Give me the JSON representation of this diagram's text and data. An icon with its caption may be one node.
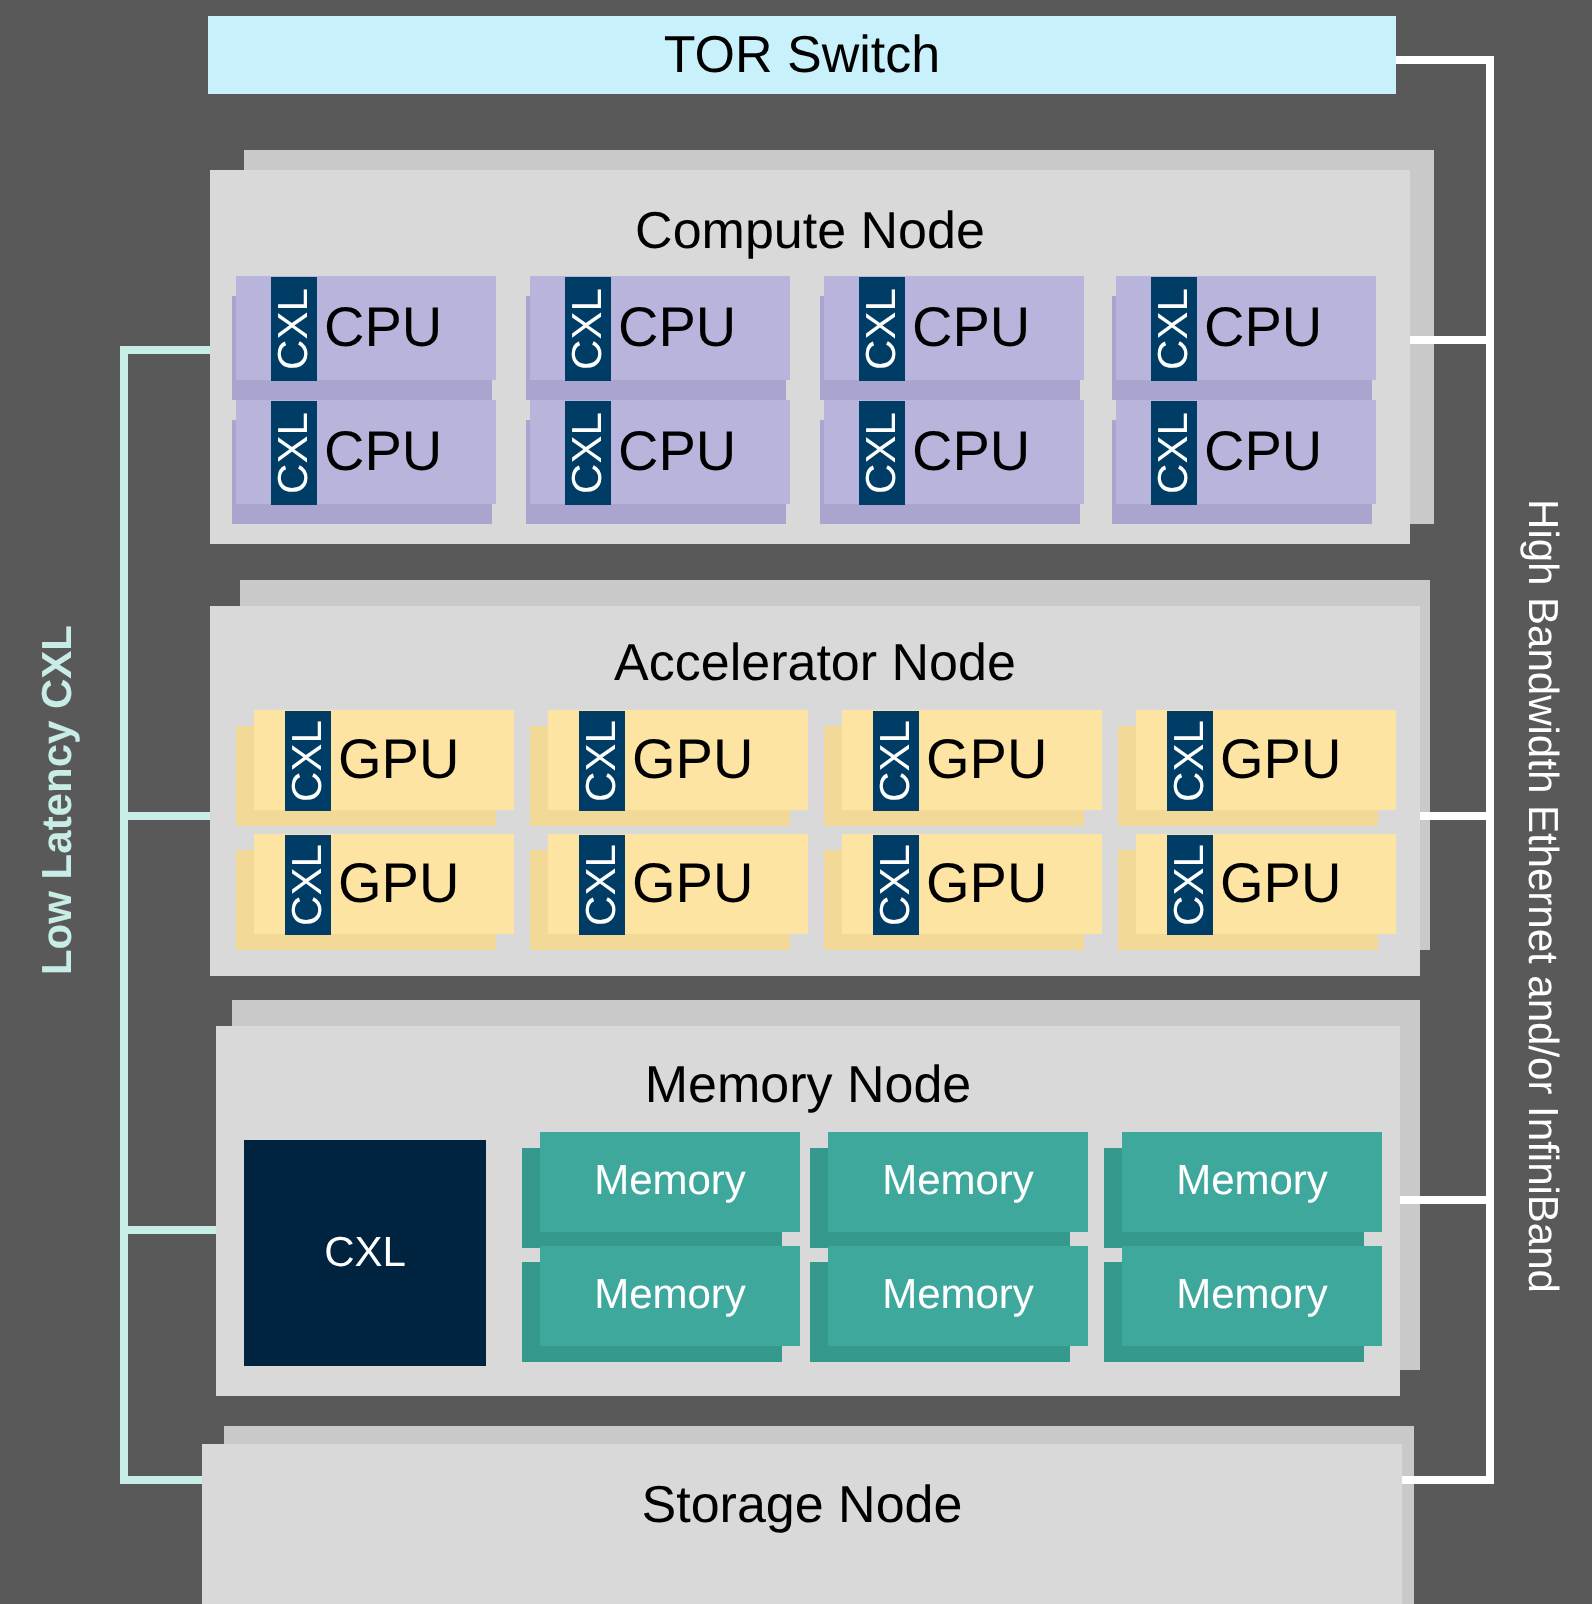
{
  "diagram": {
    "nodes": [
      {
        "text": [
          "TOR Switch"
        ]
      },
      {
        "text": [
          "Compute Node"
        ]
      },
      {
        "text": [
          "CXL",
          "CPU"
        ],
        "in": 1
      },
      {
        "text": [
          "CXL",
          "CPU"
        ],
        "in": 1
      },
      {
        "text": [
          "CXL",
          "CPU"
        ],
        "in": 1
      },
      {
        "text": [
          "CXL",
          "CPU"
        ],
        "in": 1
      },
      {
        "text": [
          "CXL",
          "CPU"
        ],
        "in": 1
      },
      {
        "text": [
          "CXL",
          "CPU"
        ],
        "in": 1
      },
      {
        "text": [
          "CXL",
          "CPU"
        ],
        "in": 1
      },
      {
        "text": [
          "CXL",
          "CPU"
        ],
        "in": 1
      },
      {
        "text": [
          "Accelerator Node"
        ]
      },
      {
        "text": [
          "CXL",
          "GPU"
        ],
        "in": 10
      },
      {
        "text": [
          "CXL",
          "GPU"
        ],
        "in": 10
      },
      {
        "text": [
          "CXL",
          "GPU"
        ],
        "in": 10
      },
      {
        "text": [
          "CXL",
          "GPU"
        ],
        "in": 10
      },
      {
        "text": [
          "CXL",
          "GPU"
        ],
        "in": 10
      },
      {
        "text": [
          "CXL",
          "GPU"
        ],
        "in": 10
      },
      {
        "text": [
          "CXL",
          "GPU"
        ],
        "in": 10
      },
      {
        "text": [
          "CXL",
          "GPU"
        ],
        "in": 10
      },
      {
        "text": [
          "Memory Node"
        ]
      },
      {
        "text": [
          "CXL"
        ],
        "in": 19
      },
      {
        "text": [
          "Memory"
        ],
        "in": 19
      },
      {
        "text": [
          "Memory"
        ],
        "in": 19
      },
      {
        "text": [
          "Memory"
        ],
        "in": 19
      },
      {
        "text": [
          "Memory"
        ],
        "in": 19
      },
      {
        "text": [
          "Memory"
        ],
        "in": 19
      },
      {
        "text": [
          "Memory"
        ],
        "in": 19
      },
      {
        "text": [
          "Storage Node"
        ]
      }
    ],
    "edges": [
      {
        "from": 0,
        "to": 1,
        "arrow": "none"
      },
      {
        "from": 0,
        "to": 10,
        "arrow": "none"
      },
      {
        "from": 0,
        "to": 19,
        "arrow": "none"
      },
      {
        "from": 0,
        "to": 27,
        "arrow": "none"
      },
      {
        "from": 1,
        "to": 10,
        "arrow": "none",
        "color": "#c8ece6"
      },
      {
        "from": 10,
        "to": 19,
        "arrow": "none",
        "color": "#c8ece6"
      },
      {
        "from": 19,
        "to": 27,
        "arrow": "none",
        "color": "#c8ece6"
      }
    ],
    "labels": [
      "Low Latency CXL",
      "High Bandwidth Ethernet and/or InfiniBand"
    ]
  }
}
